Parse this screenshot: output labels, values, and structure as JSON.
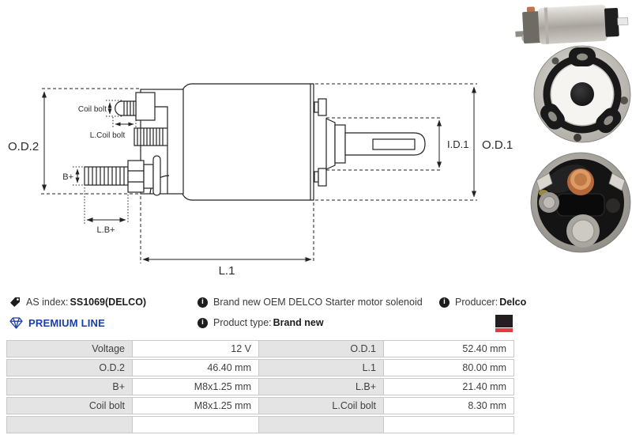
{
  "diagram": {
    "labels": {
      "od2": "O.D.2",
      "coil_bolt": "Coil bolt",
      "l_coil_bolt": "L.Coil bolt",
      "b_plus": "B+",
      "l_b_plus": "L.B+",
      "l1": "L.1",
      "id1": "I.D.1",
      "od1": "O.D.1"
    }
  },
  "photos": [
    {
      "name": "solenoid-side-photo"
    },
    {
      "name": "solenoid-cap-gasket-photo"
    },
    {
      "name": "solenoid-terminal-end-photo"
    }
  ],
  "info": {
    "as_index": {
      "label": "AS index:",
      "value": "SS1069(DELCO)"
    },
    "description": "Brand new OEM DELCO Starter motor solenoid",
    "producer": {
      "label": "Producer:",
      "value": "Delco"
    },
    "premium_line": "PREMIUM LINE",
    "product_type": {
      "label": "Product type:",
      "value": "Brand new"
    },
    "info_icon_glyph": "i"
  },
  "icons": {
    "as_index": "tag-icon",
    "description": "info-icon",
    "producer": "info-icon",
    "product_type": "info-icon",
    "premium": "diamond-icon",
    "producer_logo": "black-red-flag-logo"
  },
  "colors": {
    "premium_blue": "#1b3fa7",
    "logo_black": "#231f20",
    "logo_red": "#e63946",
    "table_label_bg": "#e4e4e4",
    "table_border": "#c9c9c9"
  },
  "table": {
    "rows": [
      {
        "left_label": "Voltage",
        "left_value": "12 V",
        "right_label": "O.D.1",
        "right_value": "52.40 mm"
      },
      {
        "left_label": "O.D.2",
        "left_value": "46.40 mm",
        "right_label": "L.1",
        "right_value": "80.00 mm"
      },
      {
        "left_label": "B+",
        "left_value": "M8x1.25 mm",
        "right_label": "L.B+",
        "right_value": "21.40 mm"
      },
      {
        "left_label": "Coil bolt",
        "left_value": "M8x1.25 mm",
        "right_label": "L.Coil bolt",
        "right_value": "8.30 mm"
      }
    ]
  }
}
